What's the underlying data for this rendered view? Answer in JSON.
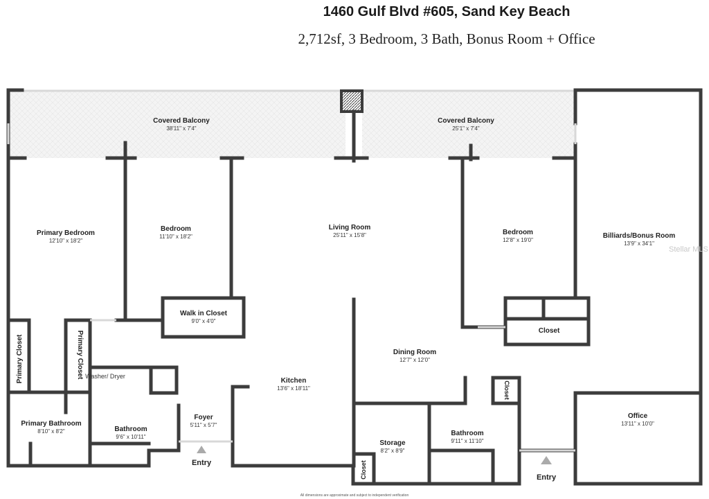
{
  "header": {
    "title": "1460 Gulf Blvd #605, Sand Key Beach",
    "subtitle": "2,712sf, 3 Bedroom, 3 Bath, Bonus Room + Office"
  },
  "rooms": {
    "balcony_left": {
      "name": "Covered Balcony",
      "dim": "38'11\" x 7'4\""
    },
    "balcony_right": {
      "name": "Covered Balcony",
      "dim": "25'1\" x 7'4\""
    },
    "primary_bedroom": {
      "name": "Primary Bedroom",
      "dim": "12'10\" x 18'2\""
    },
    "bedroom_1": {
      "name": "Bedroom",
      "dim": "11'10\" x 18'2\""
    },
    "living_room": {
      "name": "Living Room",
      "dim": "25'11\" x 15'8\""
    },
    "bedroom_2": {
      "name": "Bedroom",
      "dim": "12'8\" x 19'0\""
    },
    "bonus_room": {
      "name": "Billiards/Bonus Room",
      "dim": "13'9\" x 34'1\""
    },
    "walk_in_closet": {
      "name": "Walk in Closet",
      "dim": "9'0\" x 4'0\""
    },
    "closet_right": {
      "name": "Closet"
    },
    "primary_closet_1": {
      "name": "Primary Closet"
    },
    "primary_closet_2": {
      "name": "Primary Closet"
    },
    "washer_dryer": {
      "name": "Washer/ Dryer"
    },
    "dining_room": {
      "name": "Dining Room",
      "dim": "12'7\" x 12'0\""
    },
    "kitchen": {
      "name": "Kitchen",
      "dim": "13'6\" x 18'11\""
    },
    "primary_bathroom": {
      "name": "Primary Bathroom",
      "dim": "8'10\" x 8'2\""
    },
    "bathroom_1": {
      "name": "Bathroom",
      "dim": "9'6\" x 10'11\""
    },
    "foyer": {
      "name": "Foyer",
      "dim": "5'11\" x 5'7\""
    },
    "storage": {
      "name": "Storage",
      "dim": "8'2\" x 8'9\""
    },
    "bathroom_2": {
      "name": "Bathroom",
      "dim": "9'11\" x 11'10\""
    },
    "closet_small": {
      "name": "Closet"
    },
    "closet_bottom": {
      "name": "Closet"
    },
    "office": {
      "name": "Office",
      "dim": "13'11\" x 10'0\""
    }
  },
  "entries": {
    "left": "Entry",
    "right": "Entry"
  },
  "footer": "All dimensions are approximate and subject to independent verification",
  "watermark": "Stellar MLS",
  "colors": {
    "wall": "#3c3c3c",
    "balcony": "#f2f2f2",
    "entry_marker": "#aaaaaa"
  }
}
